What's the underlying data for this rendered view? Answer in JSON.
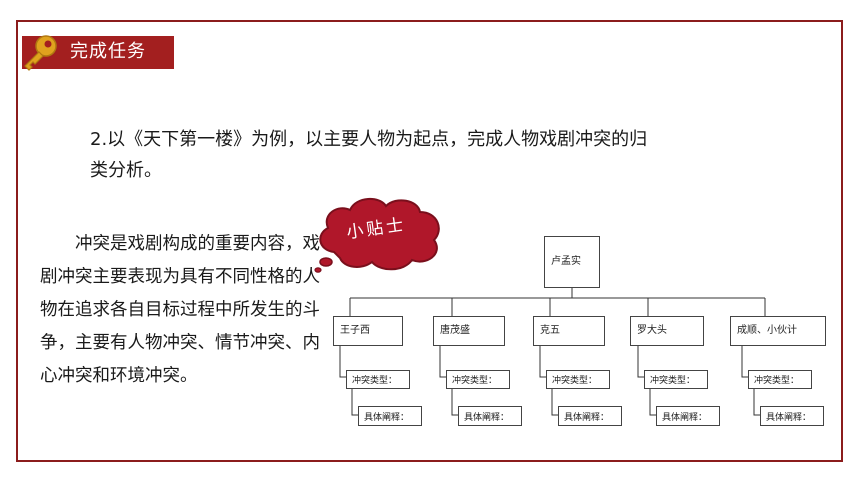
{
  "header": {
    "title": "完成任务"
  },
  "task": {
    "line1": "2.以《天下第一楼》为例，以主要人物为起点，完成人物戏剧冲突的归",
    "line2": "类分析。"
  },
  "tip": {
    "label": "小贴士"
  },
  "paragraph": "冲突是戏剧构成的重要内容，戏剧冲突主要表现为具有不同性格的人物在追求各自目标过程中所发生的斗争，主要有人物冲突、情节冲突、内心冲突和环境冲突。",
  "diagram": {
    "root": "卢孟实",
    "children": [
      {
        "name": "王子西",
        "type_label": "冲突类型：",
        "detail_label": "具体阐释："
      },
      {
        "name": "唐茂盛",
        "type_label": "冲突类型：",
        "detail_label": "具体阐释："
      },
      {
        "name": "克五",
        "type_label": "冲突类型：",
        "detail_label": "具体阐释："
      },
      {
        "name": "罗大头",
        "type_label": "冲突类型：",
        "detail_label": "具体阐释："
      },
      {
        "name": "成顺、小伙计",
        "type_label": "冲突类型：",
        "detail_label": "具体阐释："
      }
    ]
  },
  "colors": {
    "accent": "#a31f1f",
    "frame": "#8b1c1c",
    "cloud": "#b0172a",
    "key": "#e0a21e"
  }
}
